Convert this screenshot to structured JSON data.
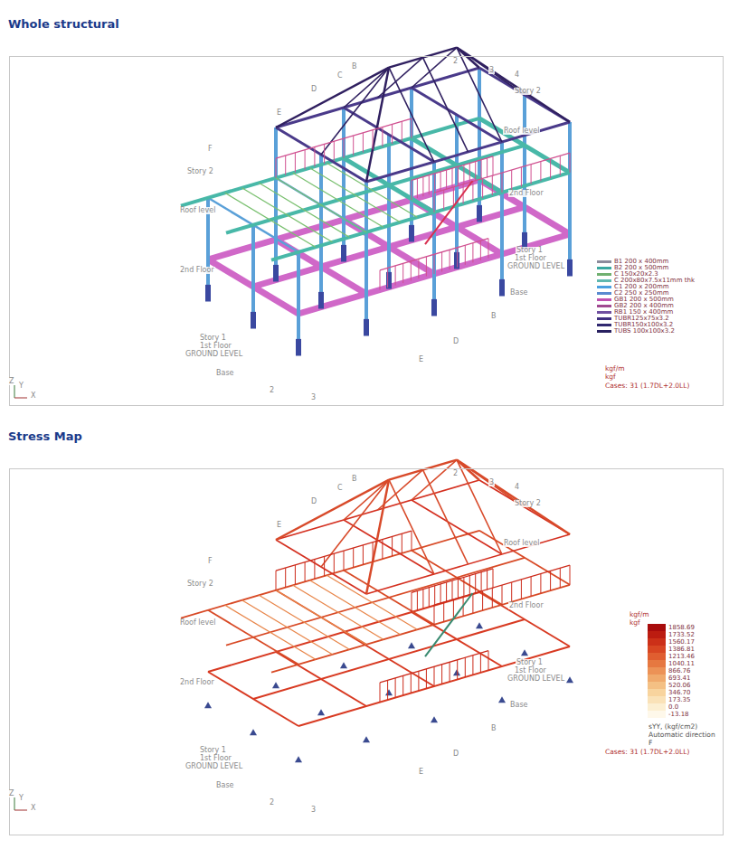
{
  "diagram": {
    "nodes": [
      {
        "text": [
          "Whole structural"
        ]
      },
      {
        "text": [
          "Stress Map"
        ]
      }
    ],
    "labels": [
      "B",
      "2",
      "3",
      "4",
      "C",
      "D",
      "Story 2",
      "E",
      "Roof level",
      "F",
      "Story 2",
      "Roof level",
      "2nd Floor",
      "Story 1",
      "1st Floor",
      "GROUND LEVEL",
      "2nd Floor",
      "Base",
      "B",
      "D",
      "E",
      "Story 1",
      "1st Floor",
      "GROUND LEVEL",
      "Base",
      "2",
      "3",
      "Z",
      "Y",
      "X",
      "kgf/m",
      "kgf",
      "Cases: 31 (1.7DL+2.0LL)",
      "B",
      "2",
      "3",
      "4",
      "C",
      "D",
      "Story 2",
      "E",
      "Roof level",
      "F",
      "Story 2",
      "Roof level",
      "2nd Floor",
      "Story 1",
      "1st Floor",
      "GROUND LEVEL",
      "2nd Floor",
      "Base",
      "B",
      "D",
      "E",
      "Story 1",
      "1st Floor",
      "GROUND LEVEL",
      "Base",
      "2",
      "3",
      "Z",
      "Y",
      "X",
      "kgf/m",
      "kgf",
      "sYY, (kgf/cm2)",
      "Automatic direction",
      "F",
      "Cases: 31 (1.7DL+2.0LL)"
    ],
    "legend": [
      {
        "text": "B1 200 x 400mm",
        "color": "#8c8c9c"
      },
      {
        "text": "B2 200 x 500mm",
        "color": "#3aa8a0"
      },
      {
        "text": "C 150x20x2.3",
        "color": "#70b070"
      },
      {
        "text": "C 200x80x7.5x11mm thk",
        "color": "#5fb8b0"
      },
      {
        "text": "C1 200 x 200mm",
        "color": "#4aa0e0"
      },
      {
        "text": "C2 250 x 250mm",
        "color": "#5a8ad0"
      },
      {
        "text": "GB1 200 x 500mm",
        "color": "#c050b0"
      },
      {
        "text": "GB2 200 x 400mm",
        "color": "#a04890"
      },
      {
        "text": "RB1 150 x 400mm",
        "color": "#7050a0"
      },
      {
        "text": "TUBR125x75x3.2",
        "color": "#403080"
      },
      {
        "text": "TUBR150x100x3.2",
        "color": "#302870"
      },
      {
        "text": "TUBS 100x100x3.2",
        "color": "#282060"
      },
      {
        "text": "1858.69",
        "color": "#a80c0c"
      },
      {
        "text": "1733.52",
        "color": "#bc1c10"
      },
      {
        "text": "1560.17",
        "color": "#cc3018"
      },
      {
        "text": "1386.81",
        "color": "#d84622"
      },
      {
        "text": "1213.46",
        "color": "#e05e30"
      },
      {
        "text": "1040.11",
        "color": "#e67840"
      },
      {
        "text": "866.76",
        "color": "#ec9256"
      },
      {
        "text": "693.41",
        "color": "#f0aa6c"
      },
      {
        "text": "520.06",
        "color": "#f4c084"
      },
      {
        "text": "346.70",
        "color": "#f8d49e"
      },
      {
        "text": "173.35",
        "color": "#fae2b8"
      },
      {
        "text": "0.0",
        "color": "#fcefd2"
      },
      {
        "text": "-13.18",
        "color": "#fef8ea"
      }
    ]
  }
}
